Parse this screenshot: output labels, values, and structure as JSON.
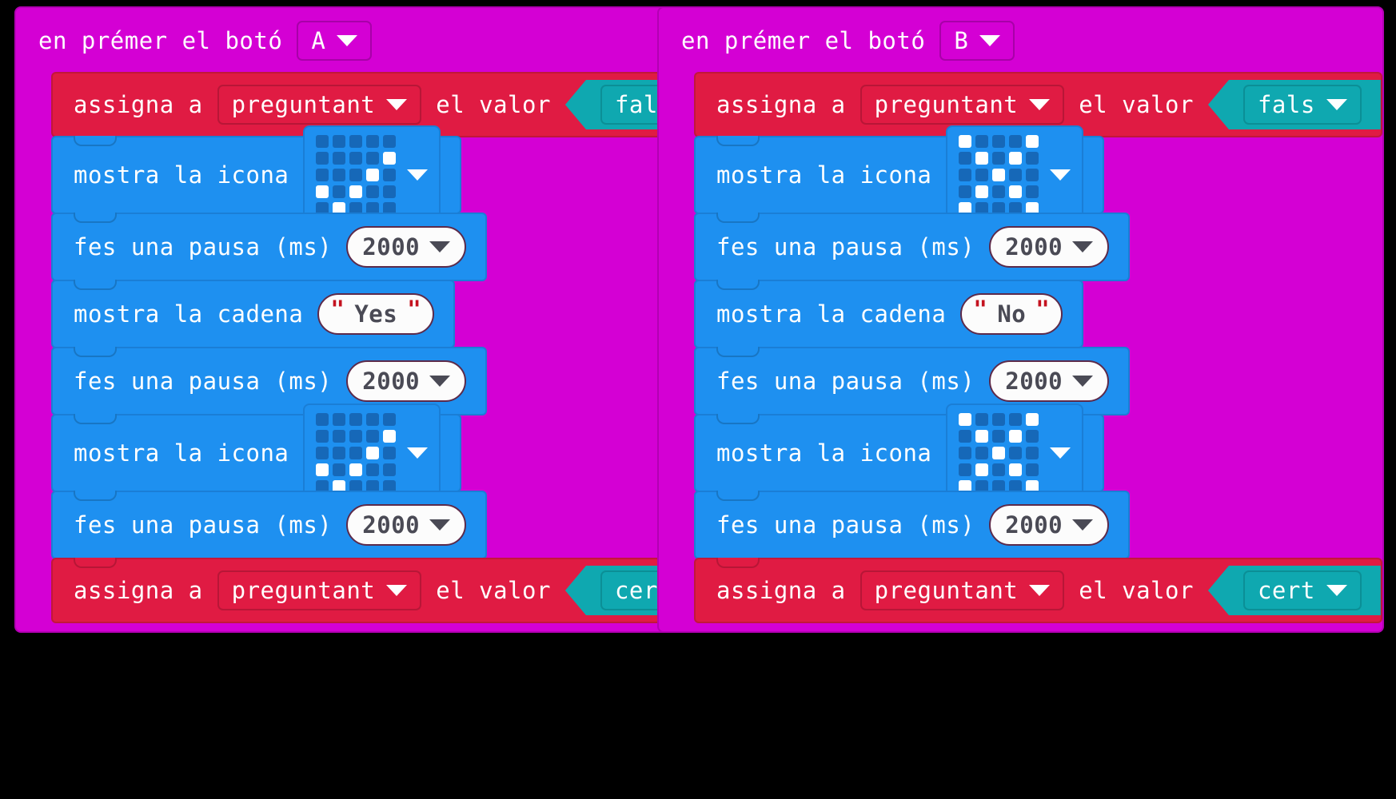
{
  "page": {
    "background": "#000000",
    "editor": "makecode-microbit-blocks",
    "language": "ca"
  },
  "colors": {
    "event": "#d400d4",
    "variables": "#e01b43",
    "basic": "#1e90f0",
    "logic": "#0fa8b0",
    "field_text": "#ffffff",
    "number_field_text": "#4a4a55",
    "string_quote": "#c4121f",
    "led_on": "#ffffff",
    "led_off": "#1668b8"
  },
  "icons": {
    "yes_name": "tick-led-icon",
    "no_name": "cross-led-icon",
    "tick": [
      [
        0,
        0,
        0,
        0,
        0
      ],
      [
        0,
        0,
        0,
        0,
        1
      ],
      [
        0,
        0,
        0,
        1,
        0
      ],
      [
        1,
        0,
        1,
        0,
        0
      ],
      [
        0,
        1,
        0,
        0,
        0
      ]
    ],
    "cross": [
      [
        1,
        0,
        0,
        0,
        1
      ],
      [
        0,
        1,
        0,
        1,
        0
      ],
      [
        0,
        0,
        1,
        0,
        0
      ],
      [
        0,
        1,
        0,
        1,
        0
      ],
      [
        1,
        0,
        0,
        0,
        1
      ]
    ]
  },
  "stacks": [
    {
      "id": "stack-a",
      "event": {
        "label": "en prémer el botó",
        "button": "A"
      },
      "blocks": [
        {
          "kind": "variable-set",
          "label_a": "assigna a",
          "variable": "preguntant",
          "label_b": "el valor",
          "value": "fals"
        },
        {
          "kind": "show-icon",
          "label": "mostra la icona",
          "icon": "tick"
        },
        {
          "kind": "pause",
          "label": "fes una pausa (ms)",
          "value": "2000"
        },
        {
          "kind": "show-string",
          "label": "mostra la cadena",
          "value": "Yes"
        },
        {
          "kind": "pause",
          "label": "fes una pausa (ms)",
          "value": "2000"
        },
        {
          "kind": "show-icon",
          "label": "mostra la icona",
          "icon": "tick"
        },
        {
          "kind": "pause",
          "label": "fes una pausa (ms)",
          "value": "2000"
        },
        {
          "kind": "variable-set",
          "label_a": "assigna a",
          "variable": "preguntant",
          "label_b": "el valor",
          "value": "cert"
        }
      ]
    },
    {
      "id": "stack-b",
      "event": {
        "label": "en prémer el botó",
        "button": "B"
      },
      "blocks": [
        {
          "kind": "variable-set",
          "label_a": "assigna a",
          "variable": "preguntant",
          "label_b": "el valor",
          "value": "fals"
        },
        {
          "kind": "show-icon",
          "label": "mostra la icona",
          "icon": "cross"
        },
        {
          "kind": "pause",
          "label": "fes una pausa (ms)",
          "value": "2000"
        },
        {
          "kind": "show-string",
          "label": "mostra la cadena",
          "value": "No"
        },
        {
          "kind": "pause",
          "label": "fes una pausa (ms)",
          "value": "2000"
        },
        {
          "kind": "show-icon",
          "label": "mostra la icona",
          "icon": "cross"
        },
        {
          "kind": "pause",
          "label": "fes una pausa (ms)",
          "value": "2000"
        },
        {
          "kind": "variable-set",
          "label_a": "assigna a",
          "variable": "preguntant",
          "label_b": "el valor",
          "value": "cert"
        }
      ]
    }
  ]
}
